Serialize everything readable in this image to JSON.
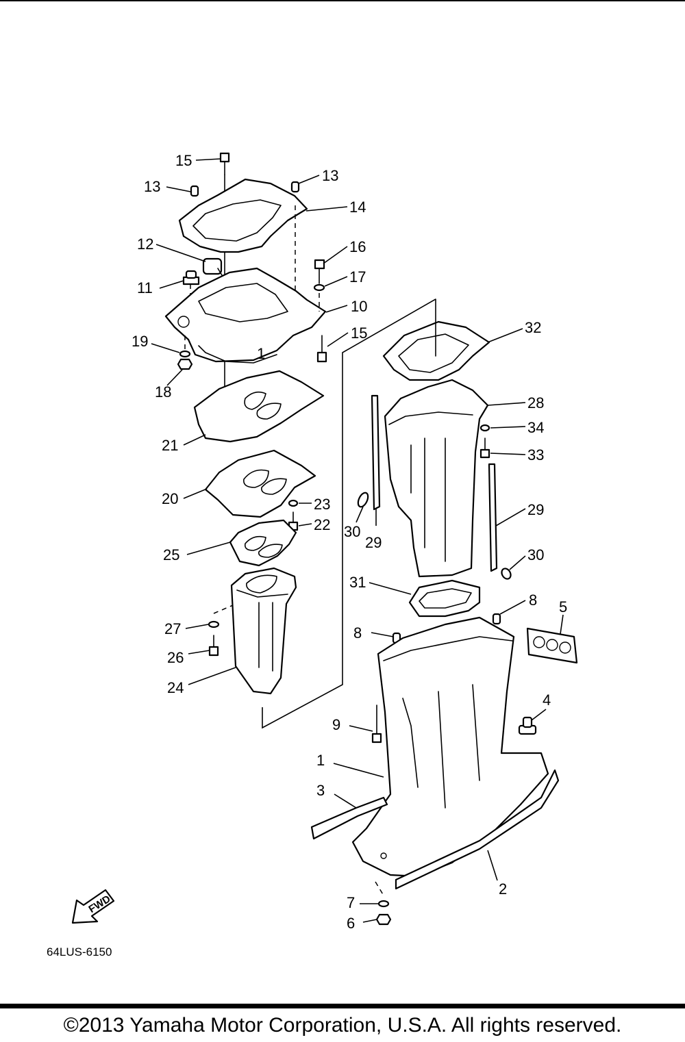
{
  "diagram": {
    "callouts": [
      "1",
      "2",
      "3",
      "4",
      "5",
      "6",
      "7",
      "8",
      "8",
      "9",
      "10",
      "11",
      "12",
      "13",
      "13",
      "14",
      "15",
      "15",
      "16",
      "17",
      "18",
      "19",
      "20",
      "21",
      "22",
      "23",
      "24",
      "25",
      "26",
      "27",
      "28",
      "29",
      "29",
      "30",
      "30",
      "31",
      "32",
      "33",
      "34",
      "1"
    ],
    "part_code": "64LUS-6150",
    "fwd_label": "FWD"
  },
  "footer": {
    "copyright": "©2013 Yamaha Motor Corporation, U.S.A. All rights reserved."
  },
  "colors": {
    "ink": "#000000",
    "paper": "#ffffff"
  }
}
